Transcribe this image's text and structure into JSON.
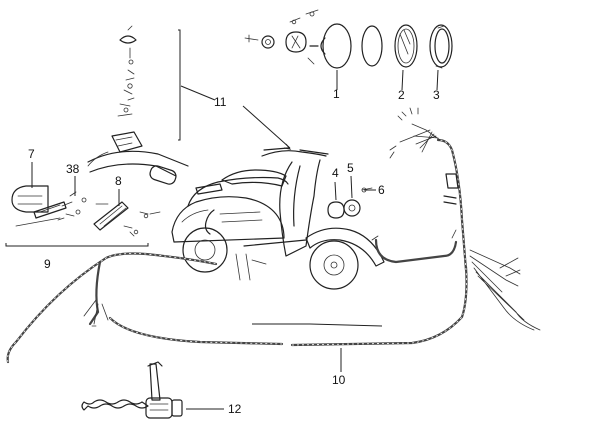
{
  "diagram": {
    "callouts": [
      {
        "id": "1",
        "label": "1"
      },
      {
        "id": "2",
        "label": "2"
      },
      {
        "id": "3",
        "label": "3"
      },
      {
        "id": "4",
        "label": "4"
      },
      {
        "id": "5",
        "label": "5"
      },
      {
        "id": "6",
        "label": "6"
      },
      {
        "id": "7",
        "label": "7"
      },
      {
        "id": "8",
        "label": "8"
      },
      {
        "id": "9",
        "label": "9"
      },
      {
        "id": "10",
        "label": "10"
      },
      {
        "id": "11",
        "label": "11"
      },
      {
        "id": "12",
        "label": "12"
      },
      {
        "id": "38",
        "label": "38"
      }
    ]
  }
}
